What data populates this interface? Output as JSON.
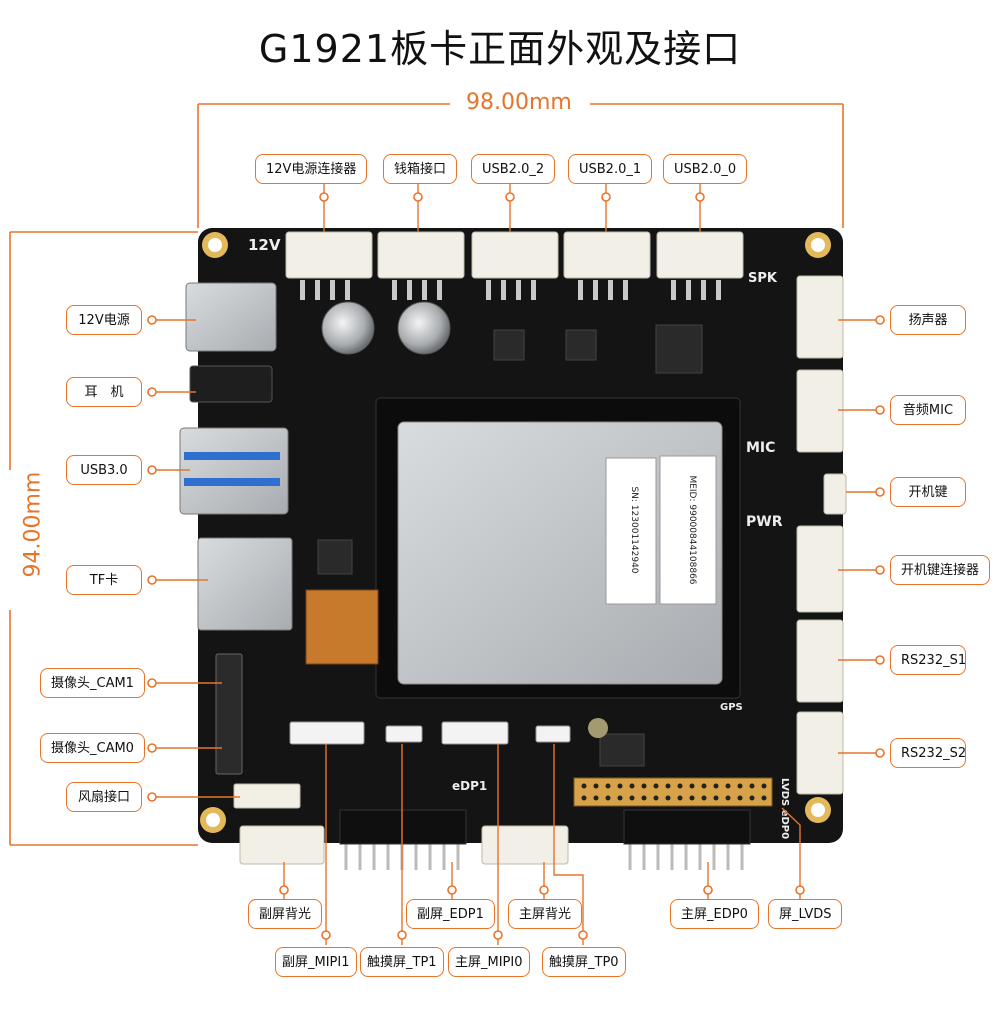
{
  "title": "G1921板卡正面外观及接口",
  "dimensions": {
    "width": "98.00mm",
    "height": "94.00mm"
  },
  "board_silkscreen": {
    "v12": "12V",
    "spk": "SPK",
    "mic": "MIC",
    "pwr": "PWR",
    "gps": "GPS",
    "edp1": "eDP1",
    "lvds": "LVDS eDP0",
    "meid": "MEID: 99000844108866",
    "sn": "SN: 123001142940"
  },
  "labels": {
    "top_12v_connector": "12V电源连接器",
    "top_cashbox": "钱箱接口",
    "top_usb2_2": "USB2.0_2",
    "top_usb2_1": "USB2.0_1",
    "top_usb2_0": "USB2.0_0",
    "left_12v_power": "12V电源",
    "left_headphone": "耳　机",
    "left_usb3": "USB3.0",
    "left_tf": "TF卡",
    "left_cam1": "摄像头_CAM1",
    "left_cam0": "摄像头_CAM0",
    "left_fan": "风扇接口",
    "right_speaker": "扬声器",
    "right_mic": "音频MIC",
    "right_power_key": "开机键",
    "right_power_key_conn": "开机键连接器",
    "right_rs232_s1": "RS232_S1",
    "right_rs232_s2": "RS232_S2",
    "bottom_sub_backlight": "副屏背光",
    "bottom_sub_edp1": "副屏_EDP1",
    "bottom_main_backlight": "主屏背光",
    "bottom_main_edp0": "主屏_EDP0",
    "bottom_lvds": "屏_LVDS",
    "bottom_sub_mipi1": "副屏_MIPI1",
    "bottom_tp1": "触摸屏_TP1",
    "bottom_main_mipi0": "主屏_MIPI0",
    "bottom_tp0": "触摸屏_TP0"
  },
  "colors": {
    "accent": "#e8742a",
    "board": "#141414",
    "shield": "#c9cccf",
    "connector": "#f1efe6"
  }
}
